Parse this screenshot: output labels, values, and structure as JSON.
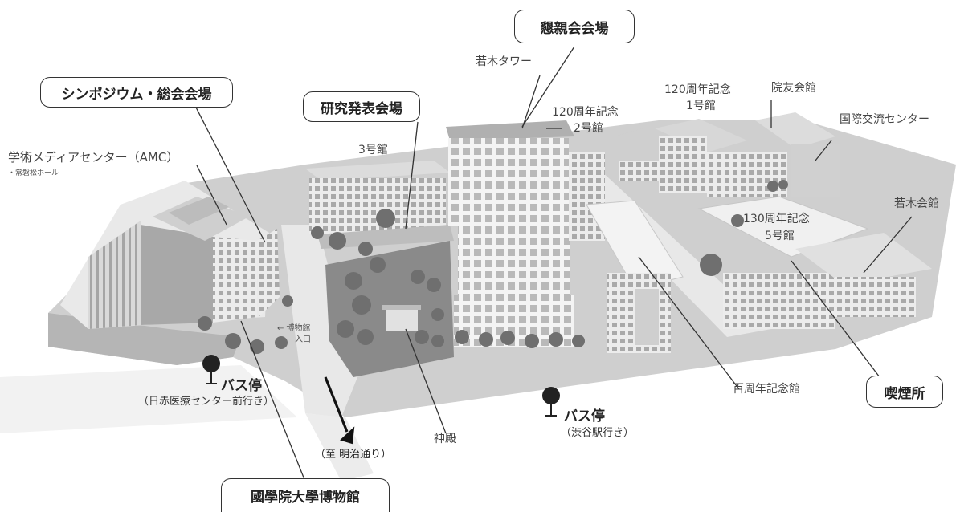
{
  "venues": {
    "symposium": "シンポジウム・総会会場",
    "research": "研究発表会場",
    "reception": "懇親会会場",
    "smoking": "喫煙所",
    "museum": "國學院大學博物館"
  },
  "buildings": {
    "amc": "学術メディアセンター（AMC）",
    "amc_sub": "・常磐松ホール",
    "wakagi_tower": "若木タワー",
    "bldg3": "3号館",
    "bldg2_line1": "120周年記念",
    "bldg2_line2": "2号館",
    "bldg1_line1": "120周年記念",
    "bldg1_line2": "1号館",
    "inyu": "院友会館",
    "intl": "国際交流センター",
    "wakagi_hall": "若木会館",
    "bldg5_line1": "130周年記念",
    "bldg5_line2": "5号館",
    "centennial": "百周年記念館",
    "shrine": "神殿",
    "museum_entrance_line1": "← 博物館",
    "museum_entrance_line2": "入口"
  },
  "bus_stops": [
    {
      "label": "バス停",
      "destination": "（日赤医療センター前行き）"
    },
    {
      "label": "バス停",
      "destination": "（渋谷駅行き）"
    }
  ],
  "direction": "（至 明治通り）",
  "colors": {
    "ground": "#c9c9c9",
    "path": "#e6e6e6",
    "building_light": "#f0f0f0",
    "building_mid": "#d2d2d2",
    "building_dark": "#9a9a9a",
    "tree": "#6f6f6f",
    "marker": "#222222"
  }
}
